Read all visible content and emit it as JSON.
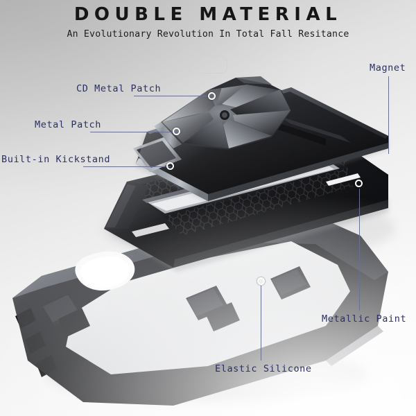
{
  "header": {
    "title": "DOUBLE MATERIAL",
    "subtitle": "An Evolutionary Revolution In Total Fall Resitance"
  },
  "callouts": [
    {
      "id": "cd-metal-patch",
      "label": "CD Metal Patch"
    },
    {
      "id": "metal-patch",
      "label": "Metal Patch"
    },
    {
      "id": "built-in-kickstand",
      "label": "Built-in Kickstand"
    },
    {
      "id": "magnet",
      "label": "Magnet"
    },
    {
      "id": "metallic-paint",
      "label": "Metallic Paint"
    },
    {
      "id": "elastic-silicone",
      "label": "Elastic Silicone"
    }
  ],
  "colors": {
    "label_text": "#2b2f62",
    "leader_line": "#6b6f90",
    "title_text": "#161616",
    "background_top": "#b9b9b9",
    "background_bottom": "#fbfbfb",
    "product_black": "#111114",
    "product_metal": "#8f9299"
  },
  "product": {
    "name": "phone-case-exploded-view",
    "layers": [
      "metal-kickstand-plate",
      "honeycomb-armor-shell",
      "elastic-silicone-case"
    ]
  }
}
